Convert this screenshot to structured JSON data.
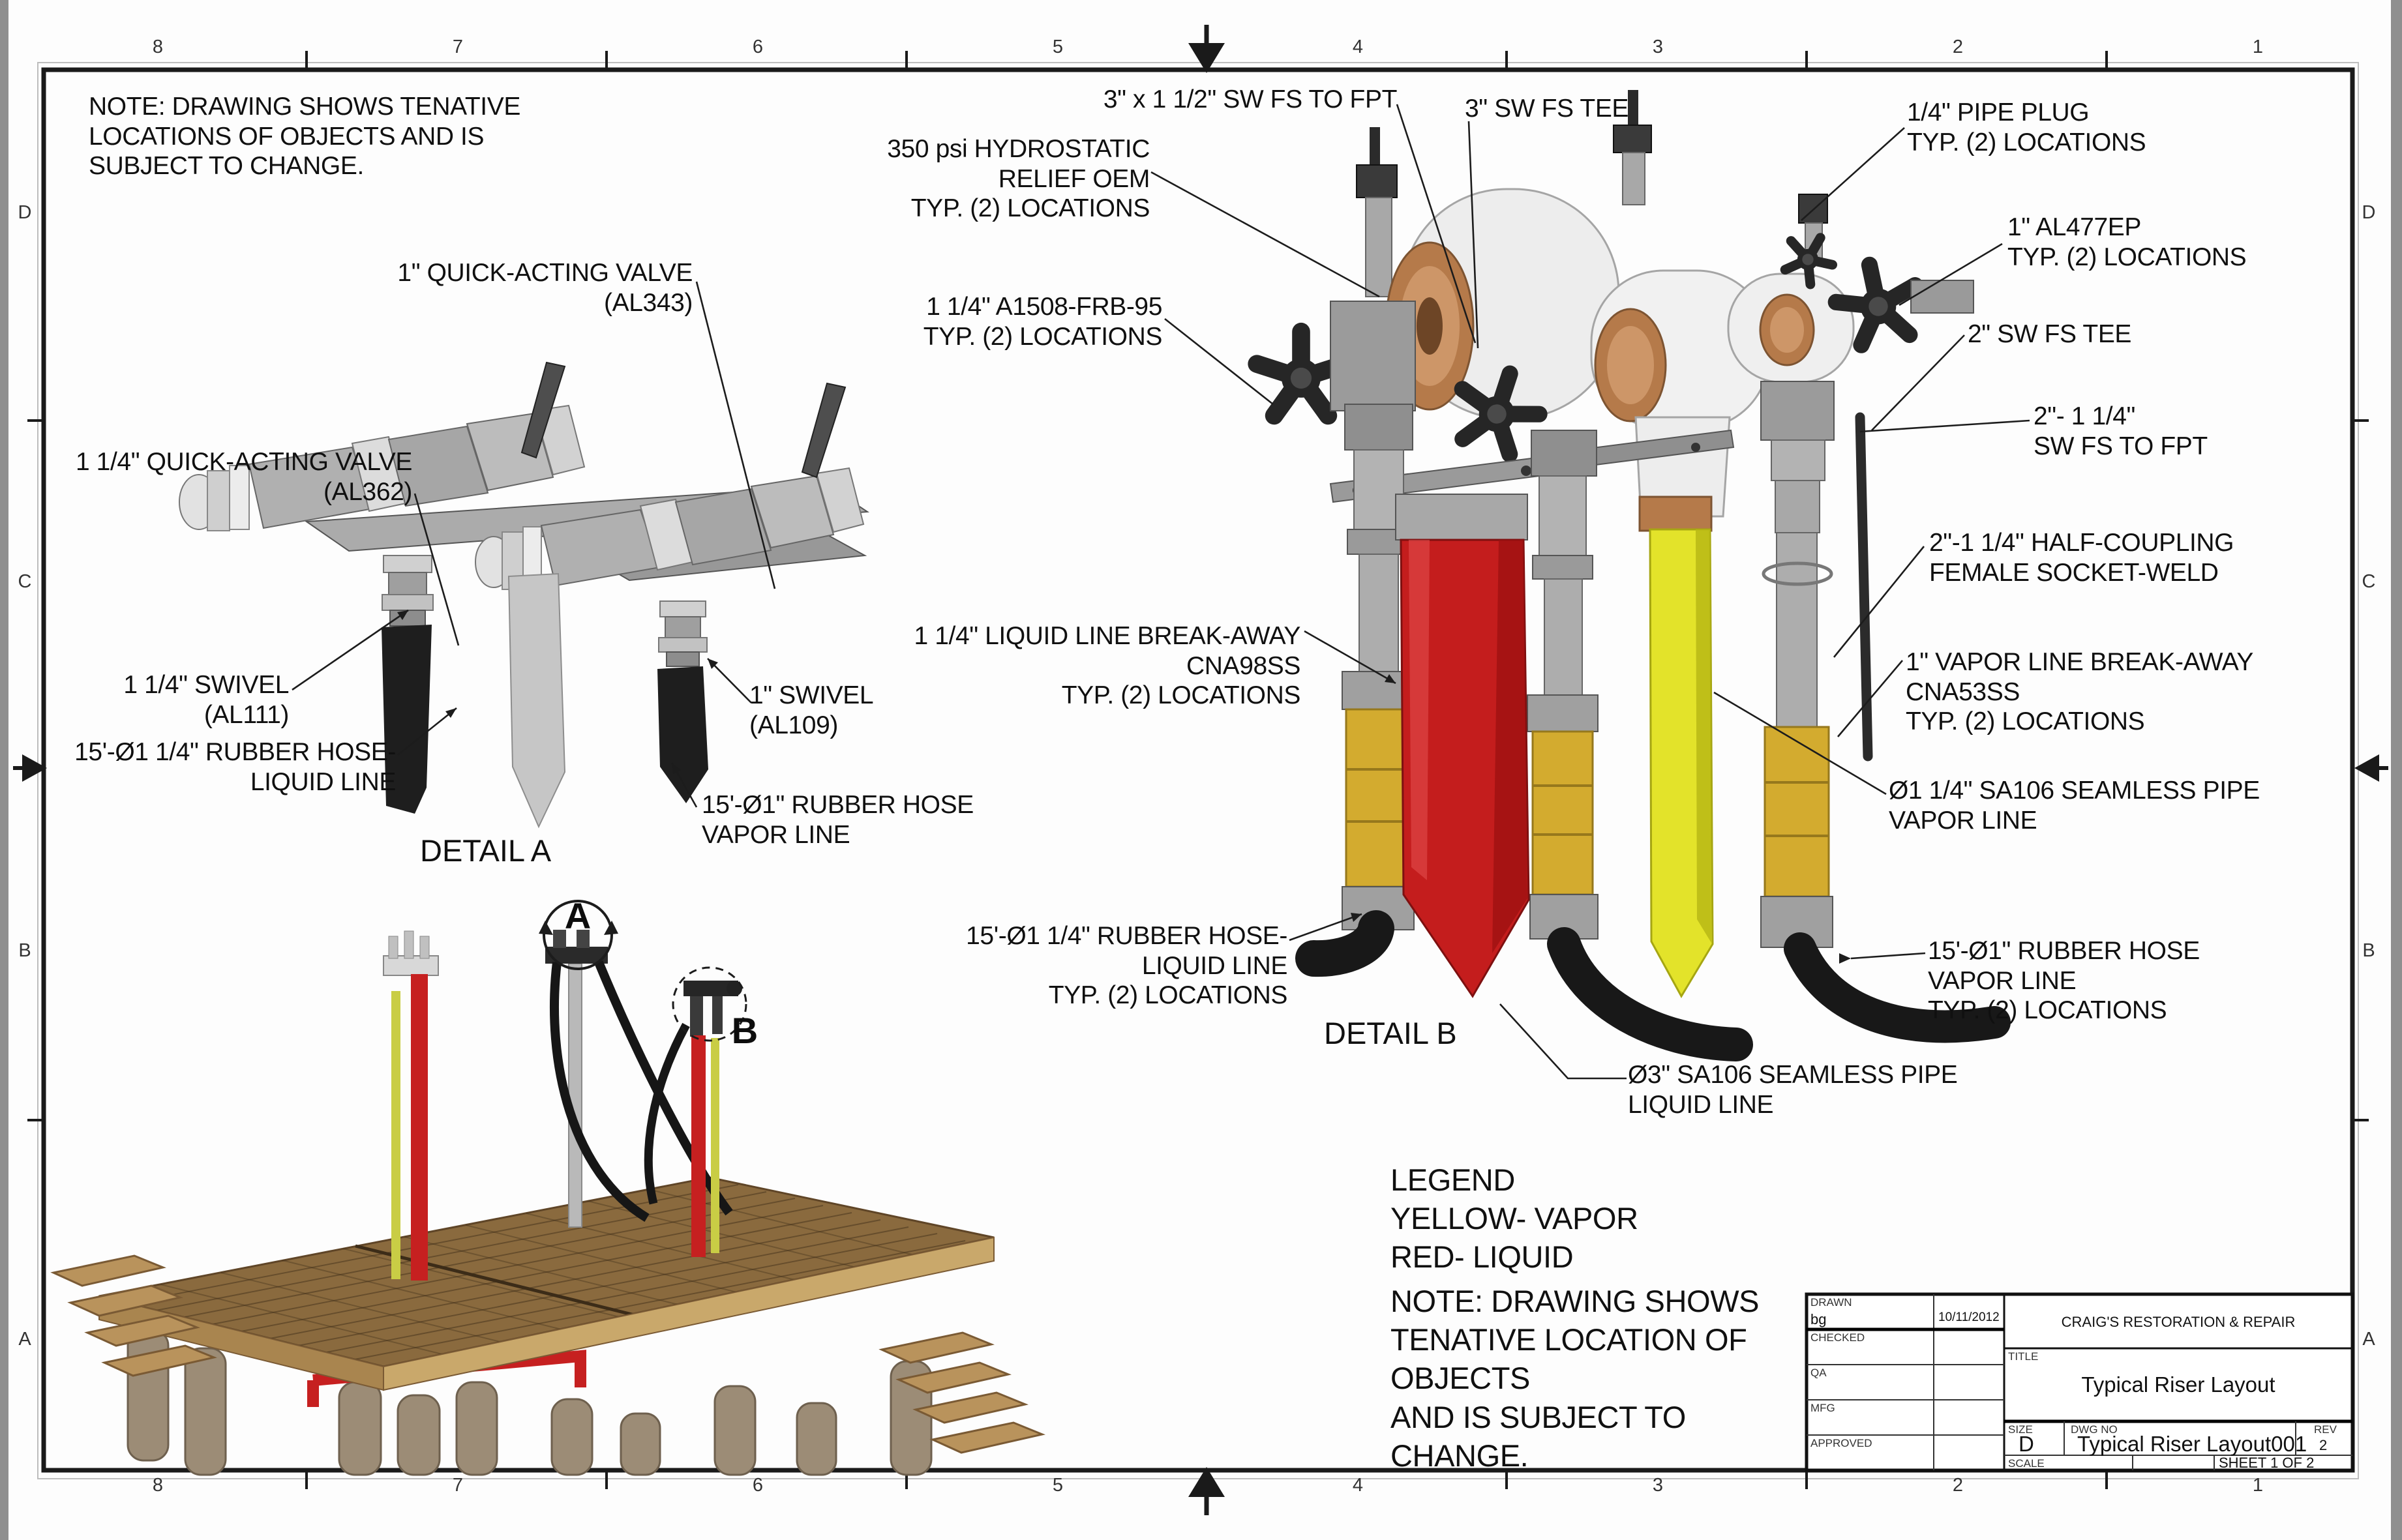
{
  "border": {
    "zone_numbers": [
      "8",
      "7",
      "6",
      "5",
      "4",
      "3",
      "2",
      "1"
    ],
    "zone_letters": [
      "D",
      "C",
      "B",
      "A"
    ]
  },
  "notes": {
    "top_left": "NOTE: DRAWING SHOWS TENATIVE\nLOCATIONS OF OBJECTS AND IS\nSUBJECT TO CHANGE.",
    "legend": "LEGEND\nYELLOW- VAPOR\nRED- LIQUID",
    "bottom": "NOTE: DRAWING SHOWS\nTENATIVE LOCATION OF\nOBJECTS\nAND IS SUBJECT TO\nCHANGE."
  },
  "detail_a": {
    "title": "DETAIL A",
    "labels": {
      "qav_1": "1\" QUICK-ACTING VALVE\n(AL343)",
      "qav_114": "1 1/4\" QUICK-ACTING VALVE\n(AL362)",
      "swivel_114": "1 1/4\" SWIVEL\n(AL111)",
      "swivel_1": "1\" SWIVEL\n(AL109)",
      "hose_liquid": "15'-Ø1 1/4\" RUBBER HOSE-\nLIQUID LINE",
      "hose_vapor": "15'-Ø1\" RUBBER HOSE\nVAPOR LINE"
    }
  },
  "detail_b": {
    "title": "DETAIL B",
    "labels": {
      "fpt_3x112": "3\" x 1 1/2\" SW FS TO FPT",
      "tee_3": "3\" SW FS TEE",
      "hydro": "350 psi HYDROSTATIC\nRELIEF OEM\nTYP. (2) LOCATIONS",
      "a1508": "1 1/4\" A1508-FRB-95\nTYP. (2) LOCATIONS",
      "pipe_plug": "1/4\" PIPE PLUG\nTYP. (2) LOCATIONS",
      "al477ep": "1\" AL477EP\nTYP. (2) LOCATIONS",
      "tee_2": "2\" SW FS TEE",
      "fpt_2x114": "2\"- 1 1/4\"\nSW FS TO FPT",
      "half_coupling": "2\"-1 1/4\" HALF-COUPLING\nFEMALE SOCKET-WELD",
      "vapor_breakaway": "1\" VAPOR LINE BREAK-AWAY\nCNA53SS\nTYP. (2) LOCATIONS",
      "liquid_breakaway": "1 1/4\" LIQUID LINE BREAK-AWAY\nCNA98SS\nTYP. (2) LOCATIONS",
      "sa106_vapor": "Ø1 1/4\" SA106 SEAMLESS PIPE\nVAPOR LINE",
      "hose_liquid": "15'-Ø1 1/4\" RUBBER HOSE-\nLIQUID LINE\nTYP. (2) LOCATIONS",
      "hose_vapor": "15'-Ø1\" RUBBER HOSE\nVAPOR LINE\nTYP. (2) LOCATIONS",
      "sa106_liquid": "Ø3\" SA106 SEAMLESS PIPE\nLIQUID LINE"
    }
  },
  "dock": {
    "callout_a": "A",
    "callout_b": "B"
  },
  "title_block": {
    "drawn_label": "DRAWN",
    "drawn_value": "bg",
    "drawn_date": "10/11/2012",
    "checked_label": "CHECKED",
    "qa_label": "QA",
    "mfg_label": "MFG",
    "approved_label": "APPROVED",
    "company": "CRAIG'S RESTORATION & REPAIR",
    "title_label": "TITLE",
    "title": "Typical Riser Layout",
    "size_label": "SIZE",
    "size": "D",
    "dwg_label": "DWG NO",
    "dwg_no": "Typical Riser Layout001",
    "rev_label": "REV",
    "rev": "2",
    "scale_label": "SCALE",
    "sheet": "SHEET 1  OF 2"
  }
}
